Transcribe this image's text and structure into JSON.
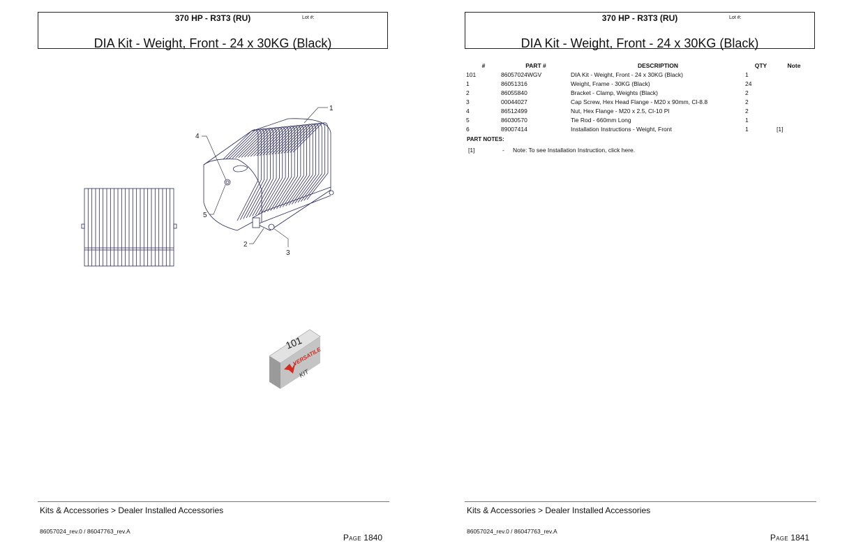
{
  "pages": [
    {
      "model": "370 HP - R3T3 (RU)",
      "lot_label": "Lot #:",
      "kit_title": "DIA Kit - Weight, Front - 24 x 30KG (Black)",
      "callouts": [
        "1",
        "2",
        "3",
        "4",
        "5"
      ],
      "kit_box": {
        "number": "101",
        "brand": "VERSATILE",
        "label": "KIT"
      },
      "breadcrumb": "Kits & Accessories > Dealer Installed Accessories",
      "doc_ref": "86057024_rev.0 / 86047763_rev.A",
      "page_word": "Page",
      "page_number": "1840"
    },
    {
      "model": "370 HP - R3T3 (RU)",
      "lot_label": "Lot #:",
      "kit_title": "DIA Kit - Weight, Front - 24 x 30KG (Black)",
      "breadcrumb": "Kits & Accessories > Dealer Installed Accessories",
      "doc_ref": "86057024_rev.0 / 86047763_rev.A",
      "page_word": "Page",
      "page_number": "1841"
    }
  ],
  "parts_table": {
    "headers": [
      "#",
      "PART #",
      "DESCRIPTION",
      "QTY",
      "Note"
    ],
    "rows": [
      [
        "101",
        "86057024WGV",
        "DIA Kit - Weight, Front - 24 x 30KG (Black)",
        "1",
        ""
      ],
      [
        "1",
        "86051316",
        "Weight, Frame - 30KG (Black)",
        "24",
        ""
      ],
      [
        "2",
        "86055840",
        "Bracket - Clamp, Weights (Black)",
        "2",
        ""
      ],
      [
        "3",
        "00044027",
        "Cap Screw, Hex Head Flange - M20 x 90mm, Cl-8.8",
        "2",
        ""
      ],
      [
        "4",
        "86512499",
        "Nut, Hex Flange - M20 x 2.5, Cl-10 Pl",
        "2",
        ""
      ],
      [
        "5",
        "86030570",
        "Tie Rod - 660mm Long",
        "1",
        ""
      ],
      [
        "6",
        "89007414",
        "Installation Instructions - Weight, Front",
        "1",
        "[1]"
      ]
    ]
  },
  "part_notes": {
    "title": "PART NOTES:",
    "items": [
      {
        "ref": "[1]",
        "dash": "-",
        "text": "Note: To see Installation Instruction, click here."
      }
    ]
  },
  "colors": {
    "drawing_line": "#2a2a5a",
    "brand_red": "#d22b1f",
    "kit_box_gray": "#c4c4c4"
  }
}
